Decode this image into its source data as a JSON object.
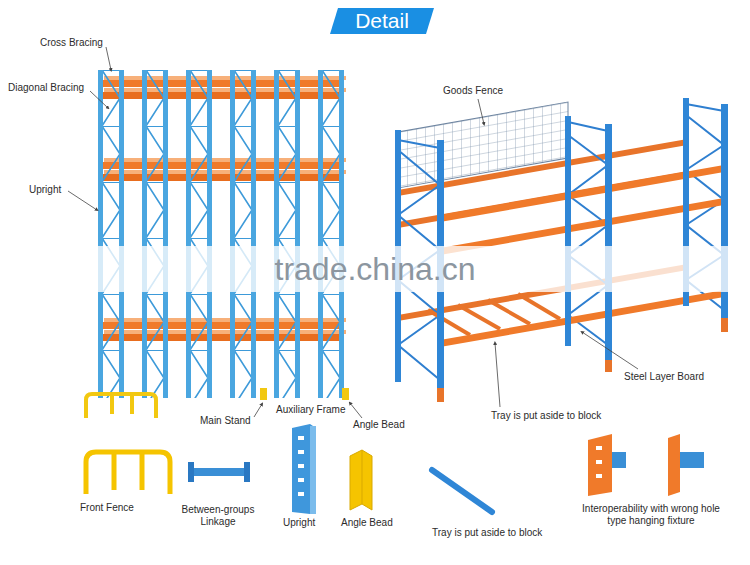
{
  "diagram": {
    "title": "Detail",
    "labels": [
      "Cross Bracing",
      "Diagonal Bracing",
      "Upright",
      "trade.china.cn",
      "Goods Fence",
      "Steel Layer Board",
      "Tray is put aside to block",
      "Main Stand",
      "Auxiliary Frame",
      "Angle Bead",
      "Front Fence",
      "Between-groups Linkage",
      "Upright",
      "Angle Bead",
      "Tray is put aside to block",
      "Interoperability with wrong hole type hanging fixture"
    ]
  }
}
